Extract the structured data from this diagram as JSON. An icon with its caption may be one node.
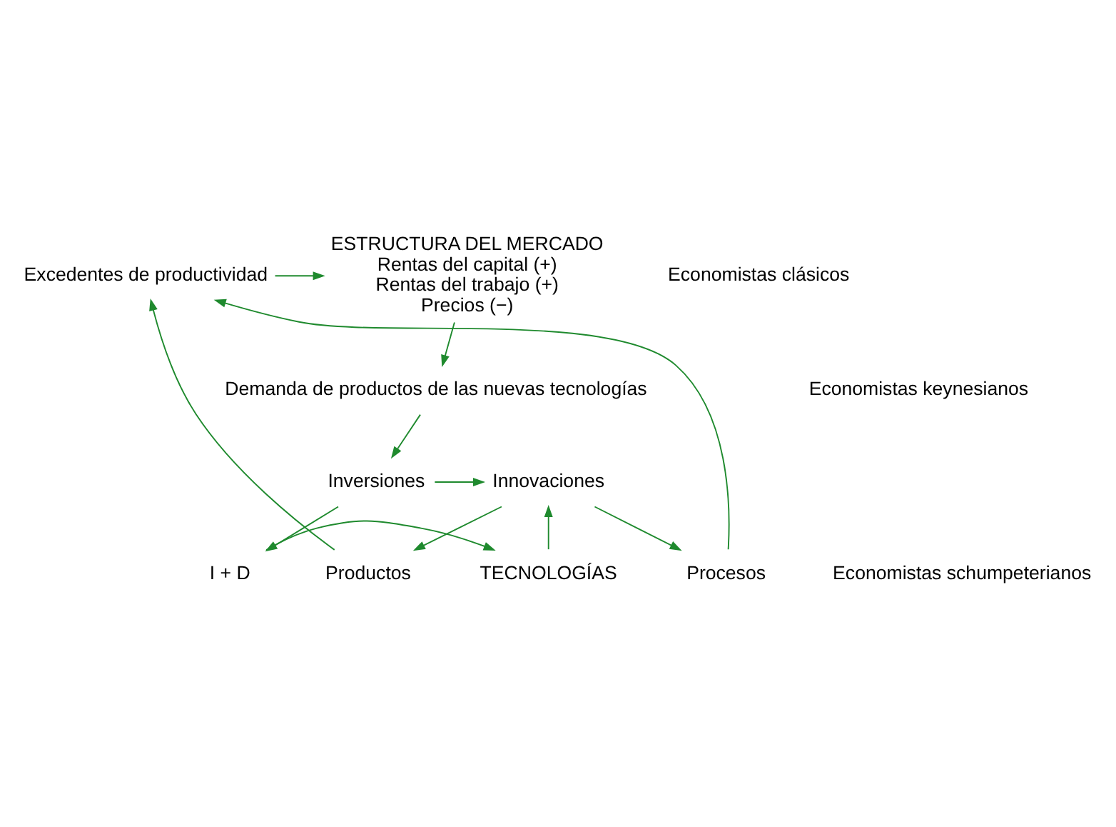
{
  "diagram": {
    "nodes": [
      {
        "text": [
          "Excedentes de productividad"
        ]
      },
      {
        "text": [
          "ESTRUCTURA DEL MERCADO",
          "Rentas del capital (+)",
          "Rentas del trabajo (+)",
          "Precios (−)"
        ]
      },
      {
        "text": [
          "Demanda de productos de las nuevas tecnologías"
        ]
      },
      {
        "text": [
          "Productos"
        ]
      },
      {
        "text": [
          "Procesos"
        ]
      },
      {
        "text": [
          "Innovaciones"
        ]
      },
      {
        "text": [
          "Inversiones"
        ]
      },
      {
        "text": [
          "TECNOLOGÍAS"
        ]
      },
      {
        "text": [
          "I + D"
        ]
      }
    ],
    "edges": [
      {
        "from": 0,
        "to": 1,
        "arrow": "to"
      },
      {
        "from": 1,
        "to": 2,
        "arrow": "to"
      },
      {
        "from": 2,
        "to": 6,
        "arrow": "to"
      },
      {
        "from": 6,
        "to": 5,
        "arrow": "to"
      },
      {
        "from": 6,
        "to": 8,
        "arrow": "to"
      },
      {
        "from": 8,
        "to": 7,
        "arrow": "to"
      },
      {
        "from": 7,
        "to": 5,
        "arrow": "to"
      },
      {
        "from": 5,
        "to": 3,
        "arrow": "to"
      },
      {
        "from": 5,
        "to": 4,
        "arrow": "to"
      },
      {
        "from": 3,
        "to": 0,
        "arrow": "to"
      },
      {
        "from": 4,
        "to": 0,
        "arrow": "to"
      }
    ],
    "labels": [
      "Economistas clásicos",
      "Economistas keynesianos",
      "Economistas schumpeterianos"
    ]
  }
}
